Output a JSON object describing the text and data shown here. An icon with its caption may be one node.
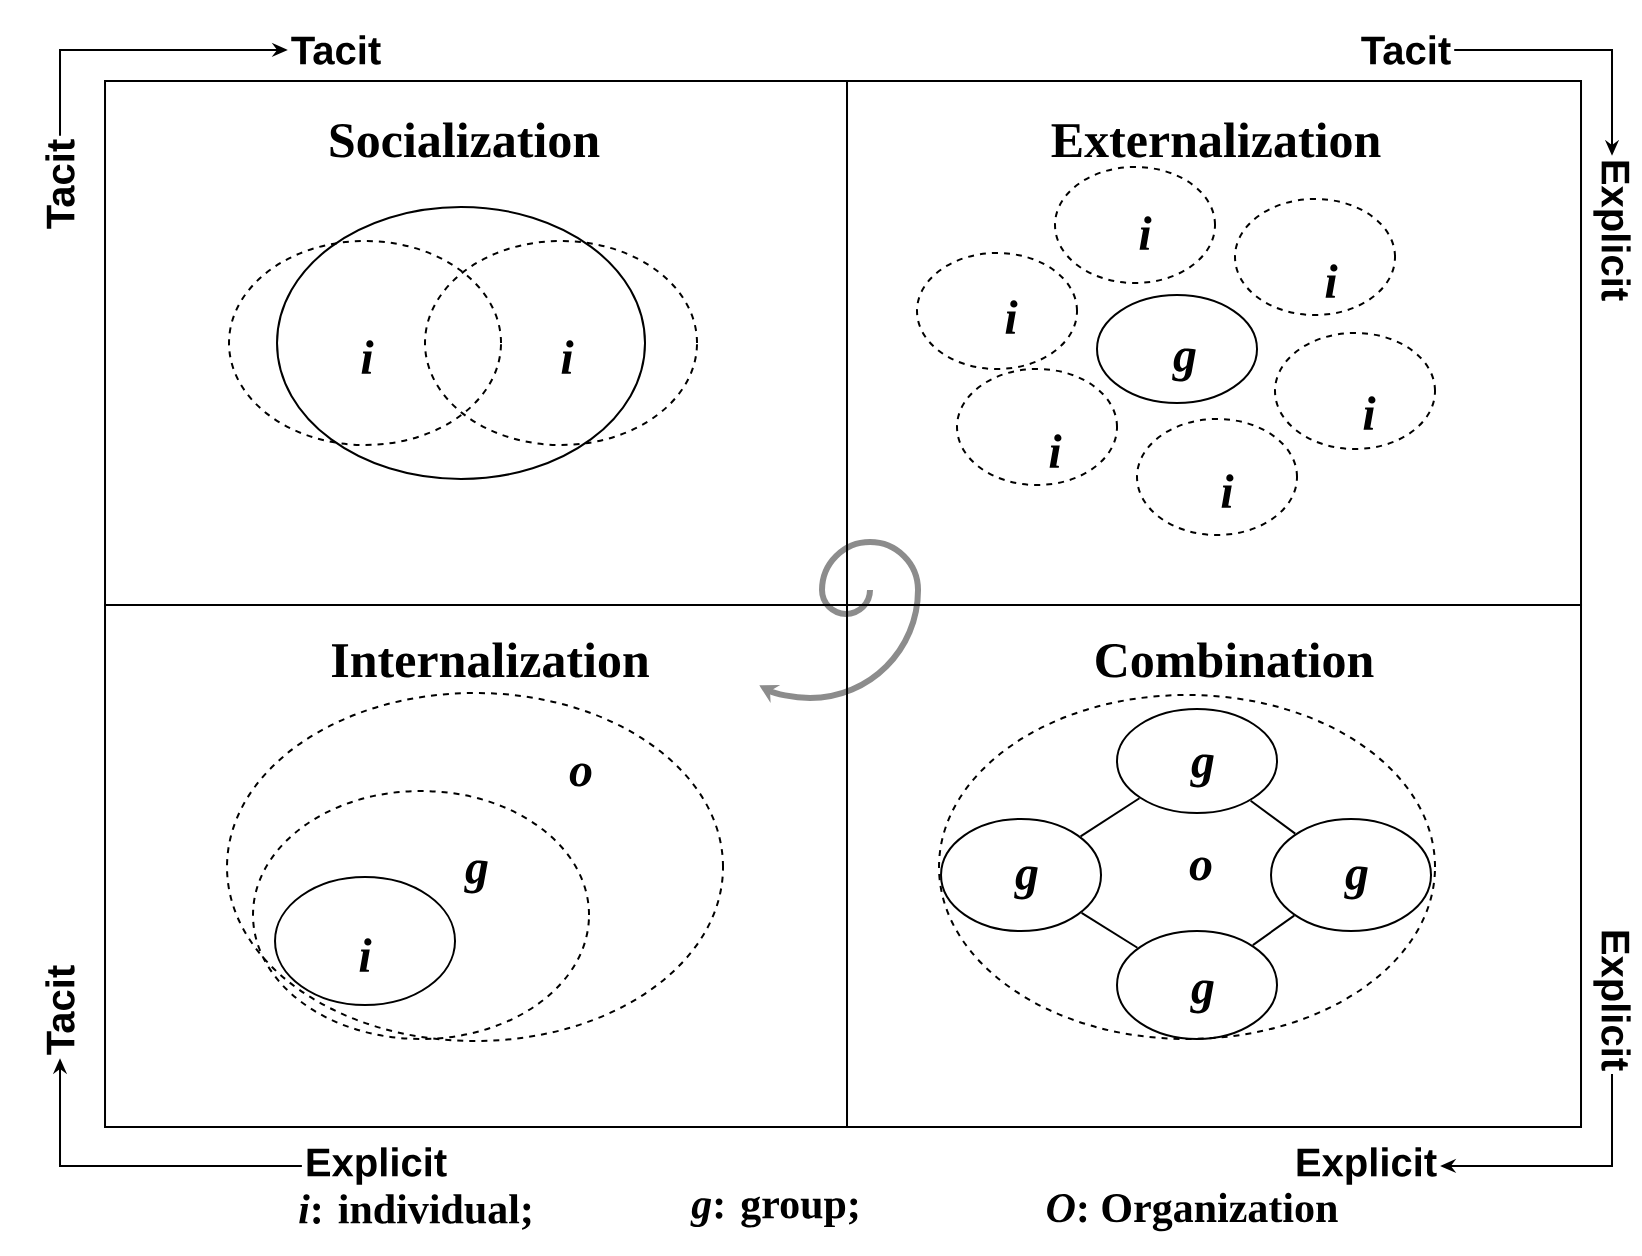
{
  "diagram": {
    "nodes": [
      {
        "text": [
          "Tacit"
        ]
      },
      {
        "text": [
          "Tacit"
        ]
      },
      {
        "text": [
          "Tacit"
        ]
      },
      {
        "text": [
          "Explicit"
        ]
      },
      {
        "text": [
          "Socialization"
        ]
      },
      {
        "text": [],
        "shape": "circle",
        "in": 4
      },
      {
        "text": [
          "i"
        ],
        "in": 4
      },
      {
        "text": [
          "i"
        ],
        "in": 4
      },
      {
        "text": [
          "Externalization"
        ]
      },
      {
        "text": [
          "i"
        ],
        "in": 8
      },
      {
        "text": [
          "i"
        ],
        "in": 8
      },
      {
        "text": [
          "i"
        ],
        "in": 8
      },
      {
        "text": [
          "g"
        ],
        "in": 8
      },
      {
        "text": [
          "i"
        ],
        "in": 8
      },
      {
        "text": [
          "i"
        ],
        "in": 8
      },
      {
        "text": [
          "i"
        ],
        "in": 8
      },
      {
        "text": [
          "Internalization"
        ]
      },
      {
        "text": [
          "o"
        ],
        "in": 16
      },
      {
        "text": [
          "g"
        ],
        "in": 17
      },
      {
        "text": [
          "i"
        ],
        "in": 18
      },
      {
        "text": [
          "Combination"
        ]
      },
      {
        "text": [
          "o"
        ],
        "in": 20
      },
      {
        "text": [
          "g"
        ],
        "in": 21
      },
      {
        "text": [
          "g"
        ],
        "in": 21
      },
      {
        "text": [
          "g"
        ],
        "in": 21
      },
      {
        "text": [
          "g"
        ],
        "in": 21
      },
      {
        "text": [
          "Tacit"
        ]
      },
      {
        "text": [
          "Explicit"
        ]
      },
      {
        "text": [
          "Explicit"
        ]
      },
      {
        "text": [
          "Explicit"
        ]
      }
    ],
    "edges": [
      {
        "from": 2,
        "to": 0,
        "arrow": "to"
      },
      {
        "from": 1,
        "to": 3,
        "arrow": "to"
      },
      {
        "from": 27,
        "to": 29,
        "arrow": "to"
      },
      {
        "from": 28,
        "to": 26,
        "arrow": "to"
      },
      {
        "from": 22,
        "to": 23,
        "arrow": "none"
      },
      {
        "from": 22,
        "to": 24,
        "arrow": "none"
      },
      {
        "from": 23,
        "to": 25,
        "arrow": "none"
      },
      {
        "from": 24,
        "to": 25,
        "arrow": "none"
      }
    ],
    "labels": [
      "*i*: individual;",
      "*g*: group;",
      "*O*: Organization"
    ]
  }
}
